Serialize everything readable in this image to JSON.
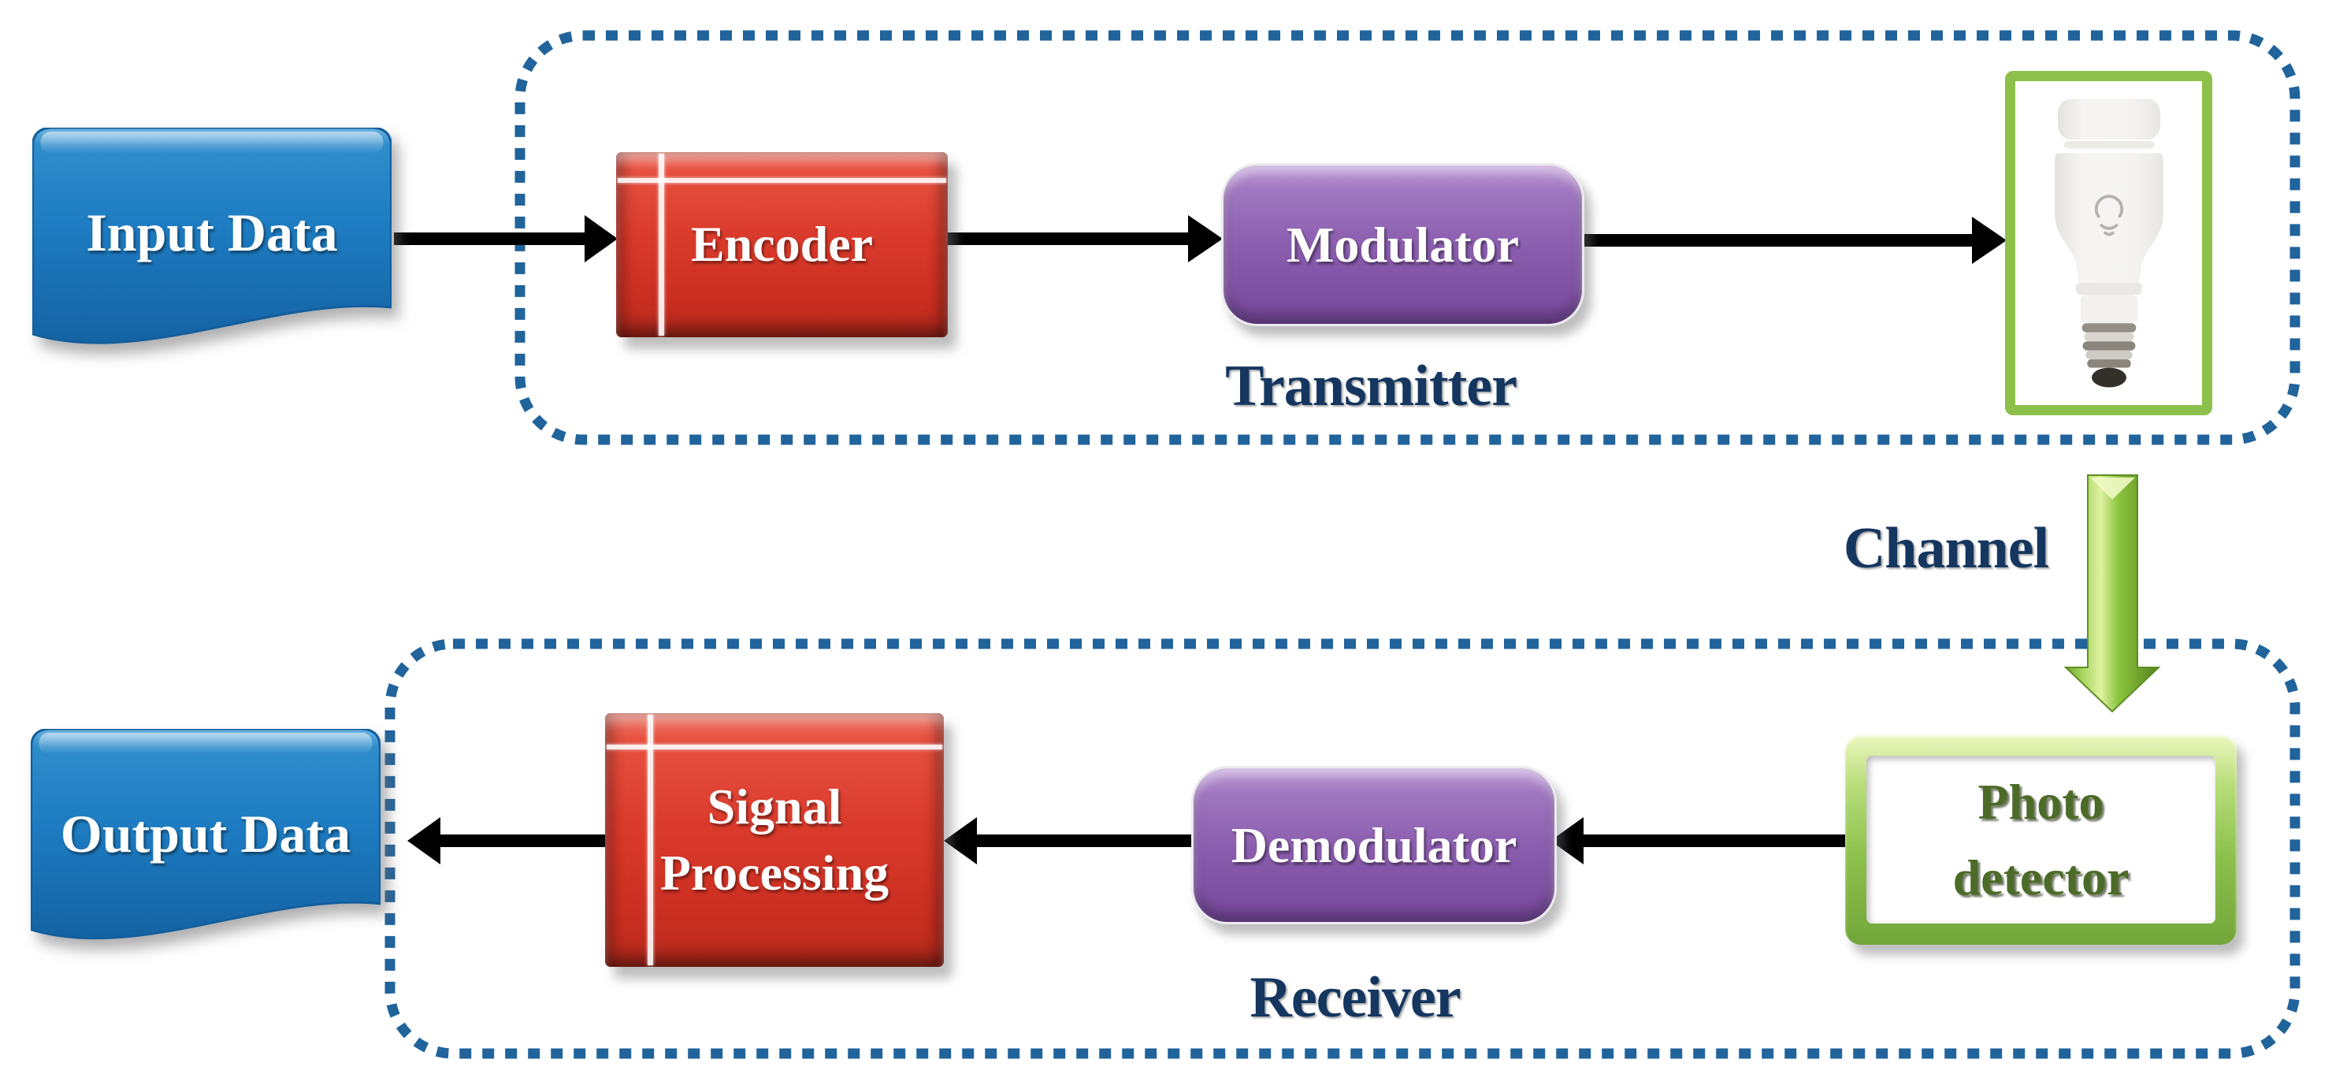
{
  "diagram": {
    "transmitter_group": {
      "label": "Transmitter"
    },
    "receiver_group": {
      "label": "Receiver"
    },
    "channel": {
      "label": "Channel"
    },
    "blocks": {
      "input_data": {
        "label": "Input Data"
      },
      "encoder": {
        "label": "Encoder"
      },
      "modulator": {
        "label": "Modulator"
      },
      "photo_detector": {
        "label": "Photo\ndetector"
      },
      "demodulator": {
        "label": "Demodulator"
      },
      "signal_processing": {
        "label": "Signal\nProcessing"
      },
      "output_data": {
        "label": "Output Data"
      }
    },
    "icons": {
      "led_bulb": "led-bulb-photo",
      "channel_arrow": "green-down-arrow"
    },
    "flow": [
      {
        "from": "Input Data",
        "to": "Encoder"
      },
      {
        "from": "Encoder",
        "to": "Modulator"
      },
      {
        "from": "Modulator",
        "to": "LED bulb"
      },
      {
        "from": "LED bulb",
        "to": "Photo detector",
        "via": "Channel"
      },
      {
        "from": "Photo detector",
        "to": "Demodulator"
      },
      {
        "from": "Demodulator",
        "to": "Signal Processing"
      },
      {
        "from": "Signal Processing",
        "to": "Output Data"
      }
    ],
    "colors": {
      "data_shape_blue": "#1C78BE",
      "process_block_red": "#D93528",
      "modulator_purple": "#8A5DAE",
      "frame_green": "#8DC04B",
      "channel_arrow_green": "#8CC63E",
      "group_border_blue": "#21639B",
      "group_label_navy": "#15365F",
      "photo_detector_text": "#4C6B28",
      "arrow_black": "#000000"
    }
  }
}
